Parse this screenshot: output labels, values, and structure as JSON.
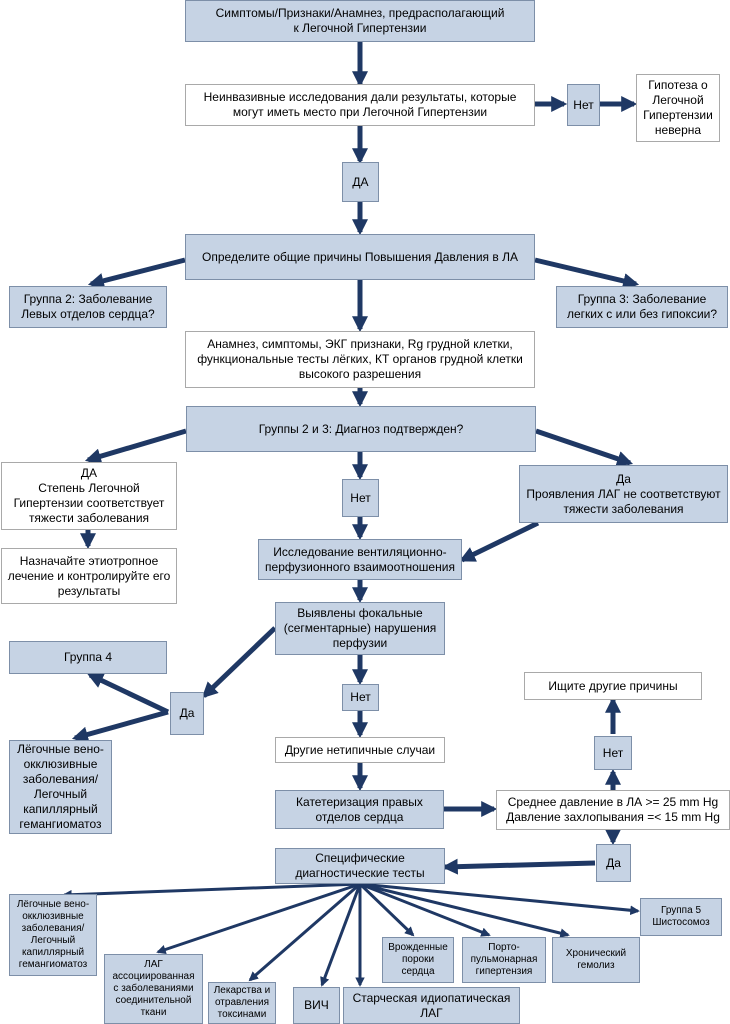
{
  "nodes": {
    "symptoms": "Симптомы/Признаки/Анамнез, предрасполагающий\nк Легочной Гипертензии",
    "noninvasive": "Неинвазивные исследования дали результаты, которые\nмогут иметь место при Легочной Гипертензии",
    "no1": "Нет",
    "hypothesis_wrong": "Гипотеза о\nЛегочной\nГипертензии\nневерна",
    "yes1": "ДА",
    "common_causes": "Определите общие причины Повышения Давления в ЛА",
    "group2": "Группа 2: Заболевание\nЛевых отделов сердца?",
    "group3": "Группа 3: Заболевание\nлегких с или без гипоксии?",
    "anamnesis_tests": "Анамнез, симптомы, ЭКГ признаки, Rg грудной клетки,\nфункциональные тесты лёгких, КТ органов грудной клетки\nвысокого разрешения",
    "groups23_confirmed": "Группы 2 и 3: Диагноз подтвержден?",
    "yes_degree": "ДА\nСтепень Легочной\nГипертензии соответствует\nтяжести заболевания",
    "no2": "Нет",
    "yes_pah_mismatch": "Да\nПроявления ЛАГ не соответствуют\nтяжести заболевания",
    "etiotropic": "Назначайте этиотропное\nлечение и контролируйте его\nрезультаты",
    "vq_study": "Исследование вентиляционно-\nперфузионного взаимоотношения",
    "focal_defects": "Выявлены фокальные\n(сегментарные) нарушения\nперфузии",
    "group4": "Группа 4",
    "yes3": "Да",
    "no3": "Нет",
    "look_other": "Ищите другие причины",
    "pvod_left": "Лёгочные вено-\nокклюзивные\nзаболевания/\nЛегочный\nкапиллярный\nгемангиоматоз",
    "other_atypical": "Другие нетипичные случаи",
    "no4": "Нет",
    "catheterization": "Катетеризация правых\nотделов сердца",
    "pressure_criteria": "Среднее давление в ЛА >= 25 mm Hg\nДавление захлопывания =< 15 mm Hg",
    "yes4": "Да",
    "specific_tests": "Специфические\nдиагностические тесты",
    "pvod_bottom": "Лёгочные вено-\nокклюзивные\nзаболевания/\nЛегочный\nкапиллярный\nгемангиоматоз",
    "pah_ctd": "ЛАГ\nассоциированная\nс заболеваниями\nсоединительной\nткани",
    "drugs_toxins": "Лекарства и\nотравления\nтоксинами",
    "hiv": "ВИЧ",
    "idiopathic": "Старческая идиопатическая\nЛАГ",
    "congenital": "Врожденные\nпороки\nсердца",
    "portopulmonary": "Порто-\nпульмонарная\nгипертензия",
    "hemolysis": "Хронический\nгемолиз",
    "group5": "Группа 5\nШистосомоз"
  },
  "colors": {
    "box_fill": "#c6d3e4",
    "box_border": "#7d8fa8",
    "arrow": "#1f3864"
  }
}
